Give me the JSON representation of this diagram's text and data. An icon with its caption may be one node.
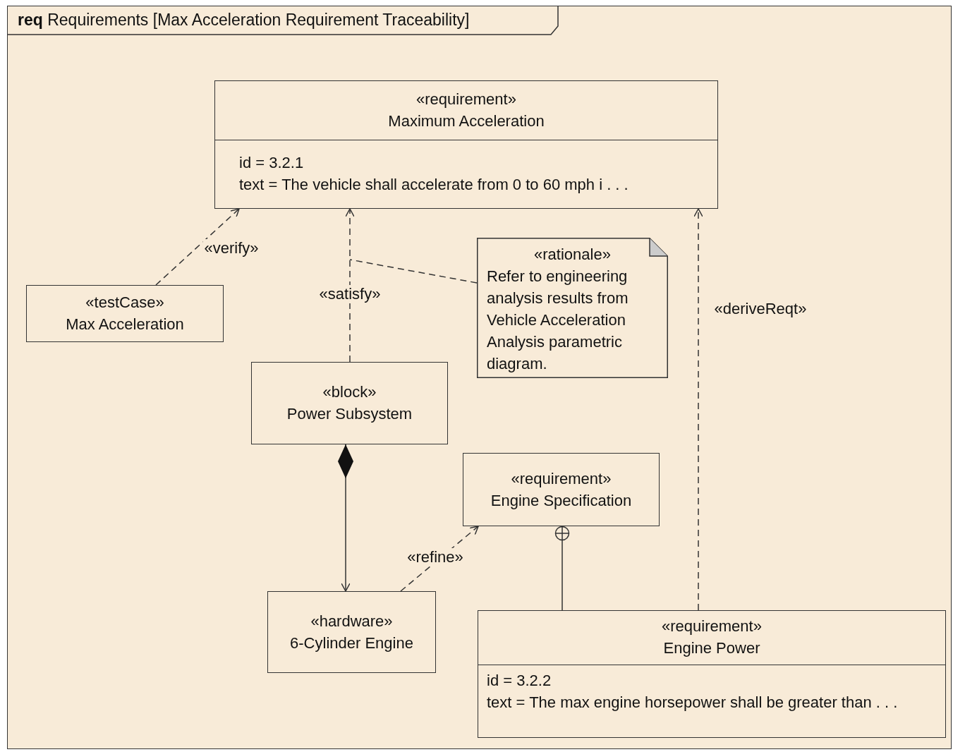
{
  "diagram": {
    "title": "**req** Requirements [Max Acceleration Requirement Traceability]",
    "nodes": [
      {
        "text": [
          "«requirement»",
          "Maximum Acceleration",
          "id = 3.2.1",
          "text = The vehicle shall accelerate from 0 to 60 mph i . . ."
        ]
      },
      {
        "text": [
          "«testCase»",
          "Max Acceleration"
        ]
      },
      {
        "text": [
          "«rationale»",
          "Refer to engineering analysis results from Vehicle Acceleration Analysis parametric diagram."
        ]
      },
      {
        "text": [
          "«block»",
          "Power Subsystem"
        ]
      },
      {
        "text": [
          "«requirement»",
          "Engine Specification"
        ]
      },
      {
        "text": [
          "«hardware»",
          "6-Cylinder Engine"
        ]
      },
      {
        "text": [
          "«requirement»",
          "Engine Power",
          "id = 3.2.2",
          "text = The max engine horsepower shall be greater than . . ."
        ]
      }
    ],
    "edges": [
      {
        "from": 1,
        "to": 0,
        "arrow": "to",
        "style": "dashed",
        "label": "«verify»"
      },
      {
        "from": 3,
        "to": 0,
        "arrow": "to",
        "style": "dashed",
        "label": "«satisfy»"
      },
      {
        "from": 2,
        "to": null,
        "arrow": "none",
        "style": "dashed"
      },
      {
        "from": 3,
        "to": 5,
        "arrow": "to"
      },
      {
        "from": 5,
        "to": 4,
        "arrow": "to",
        "style": "dashed",
        "label": "«refine»"
      },
      {
        "from": 6,
        "to": 4,
        "arrow": "other"
      },
      {
        "from": 6,
        "to": 0,
        "arrow": "to",
        "style": "dashed",
        "label": "«deriveReqt»"
      }
    ]
  }
}
